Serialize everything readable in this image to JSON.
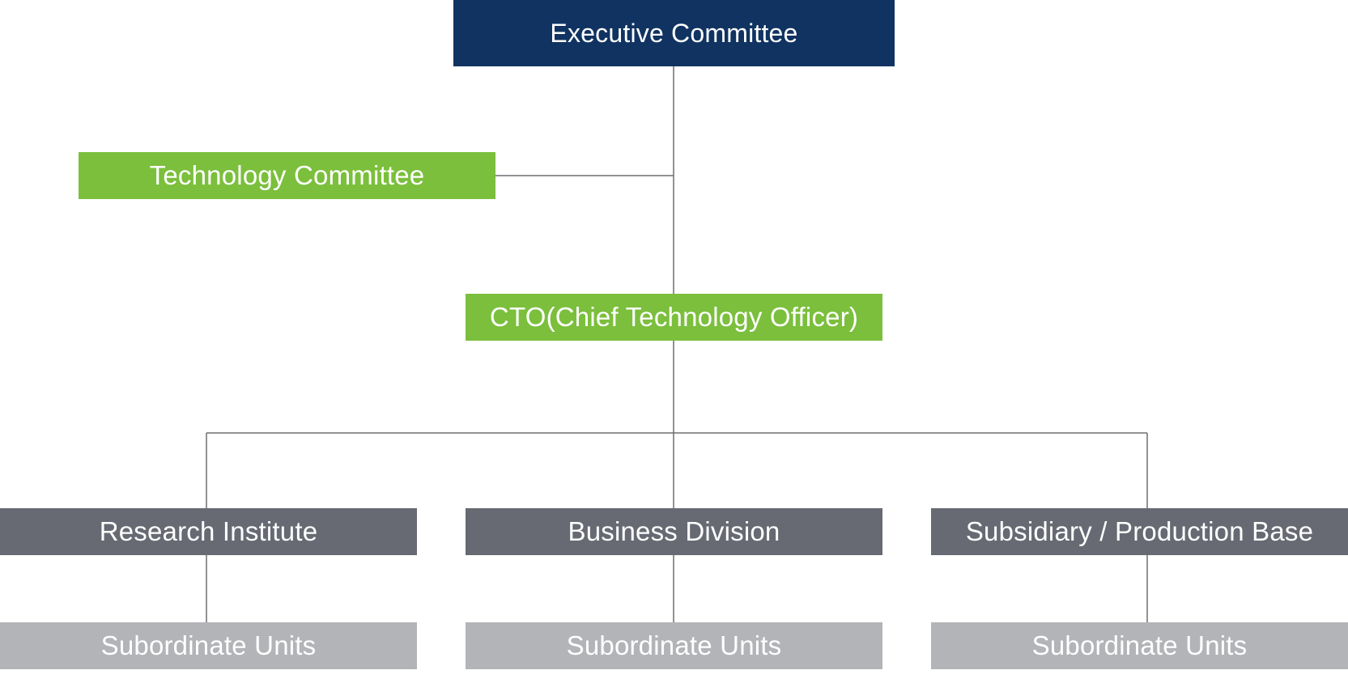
{
  "colors": {
    "executive": "#103361",
    "technology": "#7bbf3c",
    "division": "#676a73",
    "subordinate": "#b3b4b8",
    "connector": "#6d6e70"
  },
  "nodes": {
    "executive_committee": "Executive Committee",
    "technology_committee": "Technology Committee",
    "cto": "CTO(Chief Technology Officer)",
    "research_institute": "Research Institute",
    "business_division": "Business Division",
    "subsidiary_production_base": "Subsidiary / Production Base",
    "subordinate_units": [
      "Subordinate Units",
      "Subordinate Units",
      "Subordinate Units"
    ]
  },
  "edges": [
    {
      "from": "Executive Committee",
      "to": "CTO(Chief Technology Officer)"
    },
    {
      "from": "Technology Committee",
      "to": "Executive Committee-CTO link"
    },
    {
      "from": "CTO(Chief Technology Officer)",
      "to": "Research Institute"
    },
    {
      "from": "CTO(Chief Technology Officer)",
      "to": "Business Division"
    },
    {
      "from": "CTO(Chief Technology Officer)",
      "to": "Subsidiary / Production Base"
    },
    {
      "from": "Research Institute",
      "to": "Subordinate Units"
    },
    {
      "from": "Business Division",
      "to": "Subordinate Units"
    },
    {
      "from": "Subsidiary / Production Base",
      "to": "Subordinate Units"
    }
  ]
}
